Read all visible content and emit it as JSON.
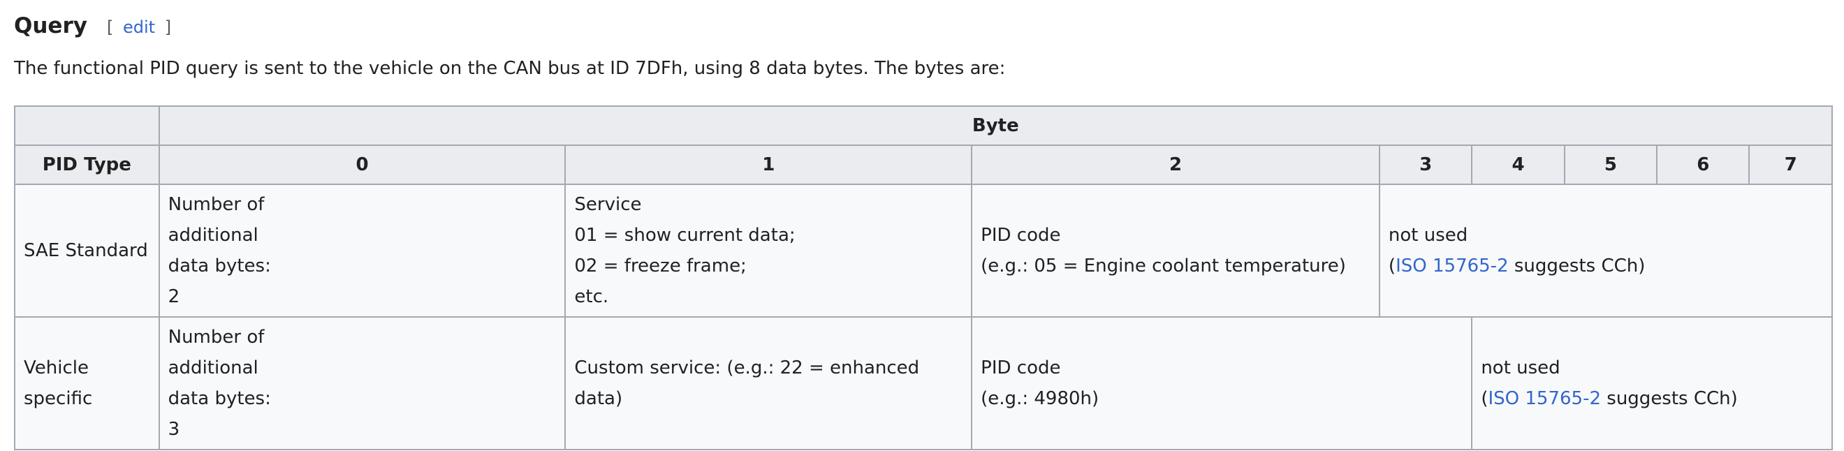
{
  "section": {
    "title": "Query",
    "edit_open": "[",
    "edit_label": "edit",
    "edit_close": "]"
  },
  "intro": "The functional PID query is sent to the vehicle on the CAN bus at ID 7DFh, using 8 data bytes. The bytes are:",
  "table": {
    "header_top": {
      "corner": "",
      "byte_label": "Byte"
    },
    "header_columns": {
      "pid_type": "PID Type",
      "bytes": [
        "0",
        "1",
        "2",
        "3",
        "4",
        "5",
        "6",
        "7"
      ]
    },
    "rows": [
      {
        "type": "SAE Standard",
        "byte0": [
          "Number of",
          "additional",
          "data bytes:",
          "2"
        ],
        "byte1": [
          "Service",
          "01 = show current data;",
          "02 = freeze frame;",
          "etc."
        ],
        "byte2": [
          "PID code",
          "(e.g.: 05 = Engine coolant temperature)"
        ],
        "unused": {
          "line1": "not used",
          "paren_open": "(",
          "link": "ISO 15765-2",
          "suffix": " suggests CCh)"
        }
      },
      {
        "type": "Vehicle specific",
        "byte0": [
          "Number of",
          "additional",
          "data bytes:",
          "3"
        ],
        "byte1": [
          "Custom service: (e.g.: 22 = enhanced data)"
        ],
        "byte2": [
          "PID code",
          "(e.g.: 4980h)"
        ],
        "unused": {
          "line1": "not used",
          "paren_open": "(",
          "link": "ISO 15765-2",
          "suffix": " suggests CCh)"
        }
      }
    ]
  },
  "colors": {
    "link": "#3366cc",
    "header_bg": "#eaecf0",
    "cell_bg": "#f8f9fa",
    "border": "#a2a9b1",
    "text": "#202122"
  }
}
